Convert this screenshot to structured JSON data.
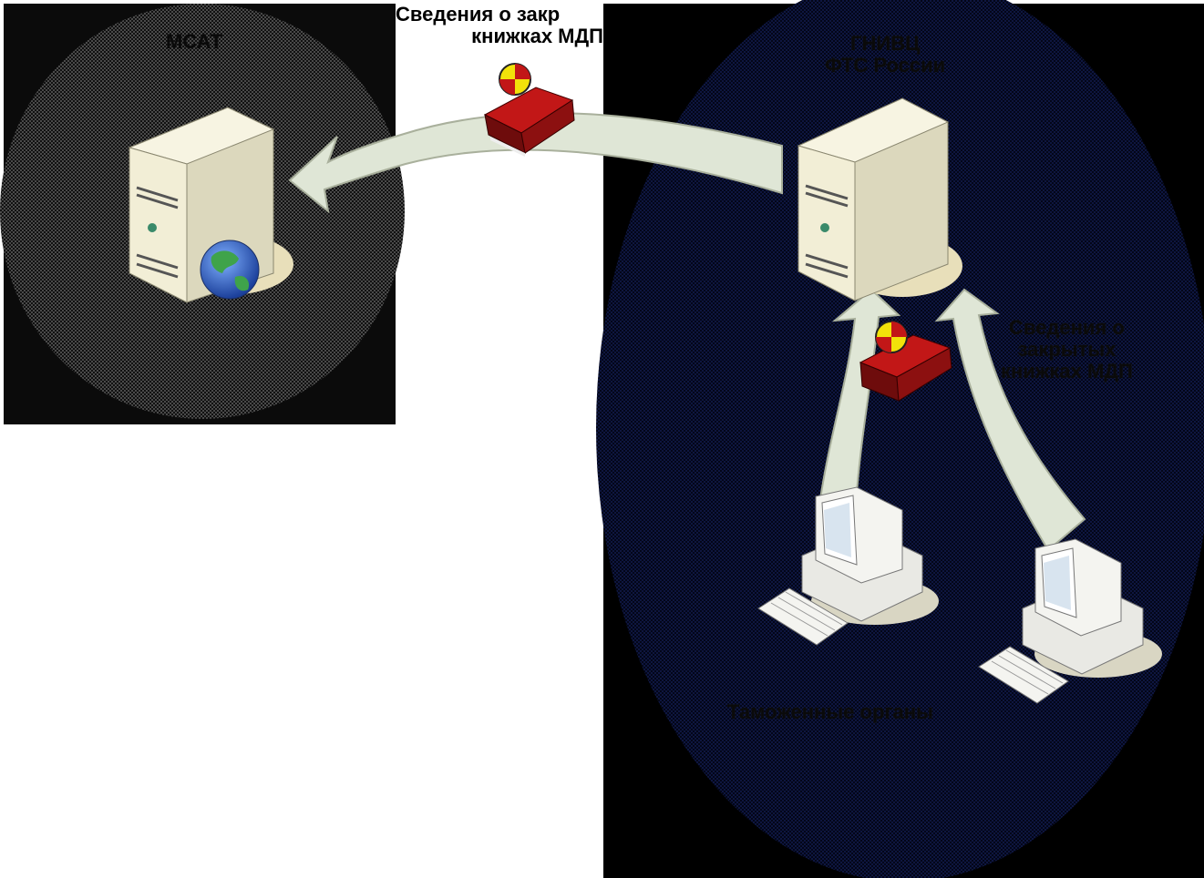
{
  "left_region": {
    "title": "МСАТ"
  },
  "right_region": {
    "title_line1": "ГНИВЦ",
    "title_line2": "ФТС России"
  },
  "top_flow_label": {
    "line1": "Сведения о закр",
    "line2": "книжках МДП"
  },
  "right_flow_label": {
    "line1": "Сведения о",
    "line2": "закрытых",
    "line3": "книжках МДП"
  },
  "local_label": "Таможенные органы",
  "colors": {
    "left_panel": "#0b0b0b",
    "left_ellipse": "#3a3a3a",
    "right_ellipse": "#050a1e",
    "arrow_fill": "#dfe6d6",
    "server_body": "#f3efd6",
    "book_red": "#b31313",
    "globe_blue": "#2b66c4"
  }
}
